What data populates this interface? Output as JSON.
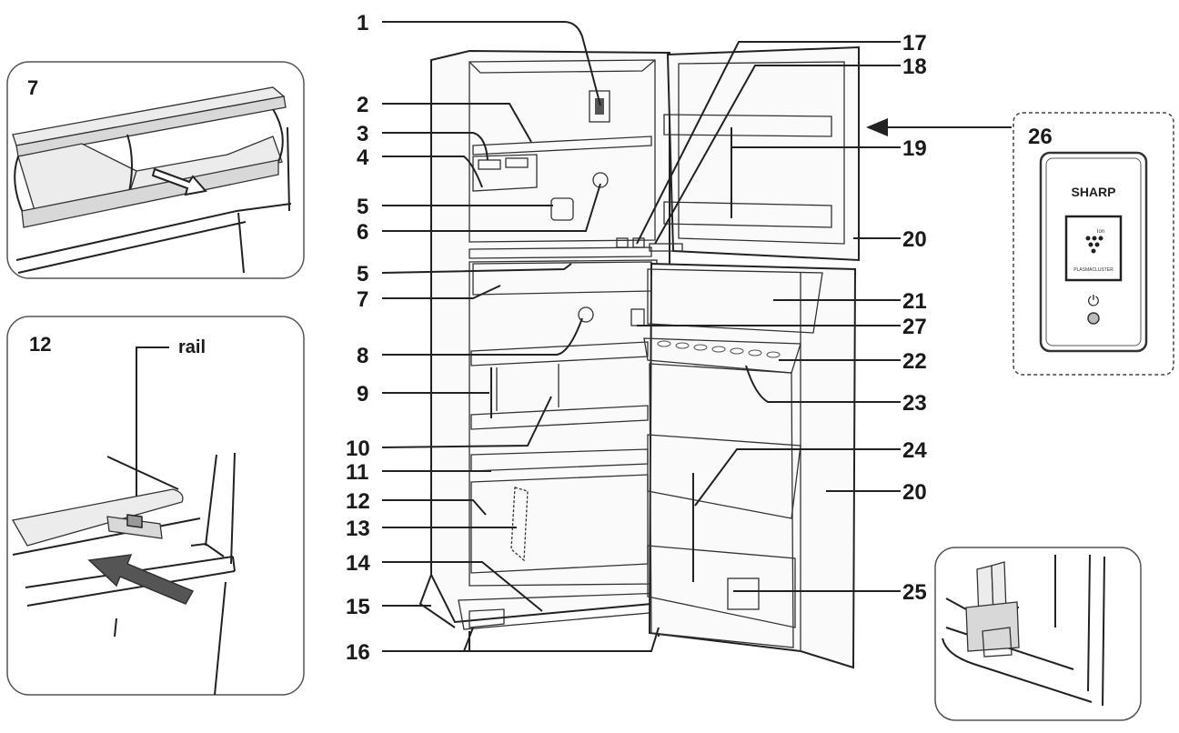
{
  "callouts": {
    "c1": "1",
    "c2": "2",
    "c3": "3",
    "c4": "4",
    "c5a": "5",
    "c6": "6",
    "c5b": "5",
    "c7": "7",
    "c8": "8",
    "c9": "9",
    "c10": "10",
    "c11": "11",
    "c12": "12",
    "c13": "13",
    "c14": "14",
    "c15": "15",
    "c16": "16",
    "c17": "17",
    "c18": "18",
    "c19": "19",
    "c20a": "20",
    "c21": "21",
    "c27": "27",
    "c22": "22",
    "c23": "23",
    "c24": "24",
    "c20b": "20",
    "c25": "25",
    "c26": "26"
  },
  "insets": {
    "tray": {
      "label": "7"
    },
    "rail": {
      "label": "12",
      "rail_text": "rail"
    }
  },
  "control_panel": {
    "brand": "SHARP",
    "small_text": "Ion",
    "mode_text": "PLASMACLUSTER",
    "power_symbol": "⏻"
  }
}
